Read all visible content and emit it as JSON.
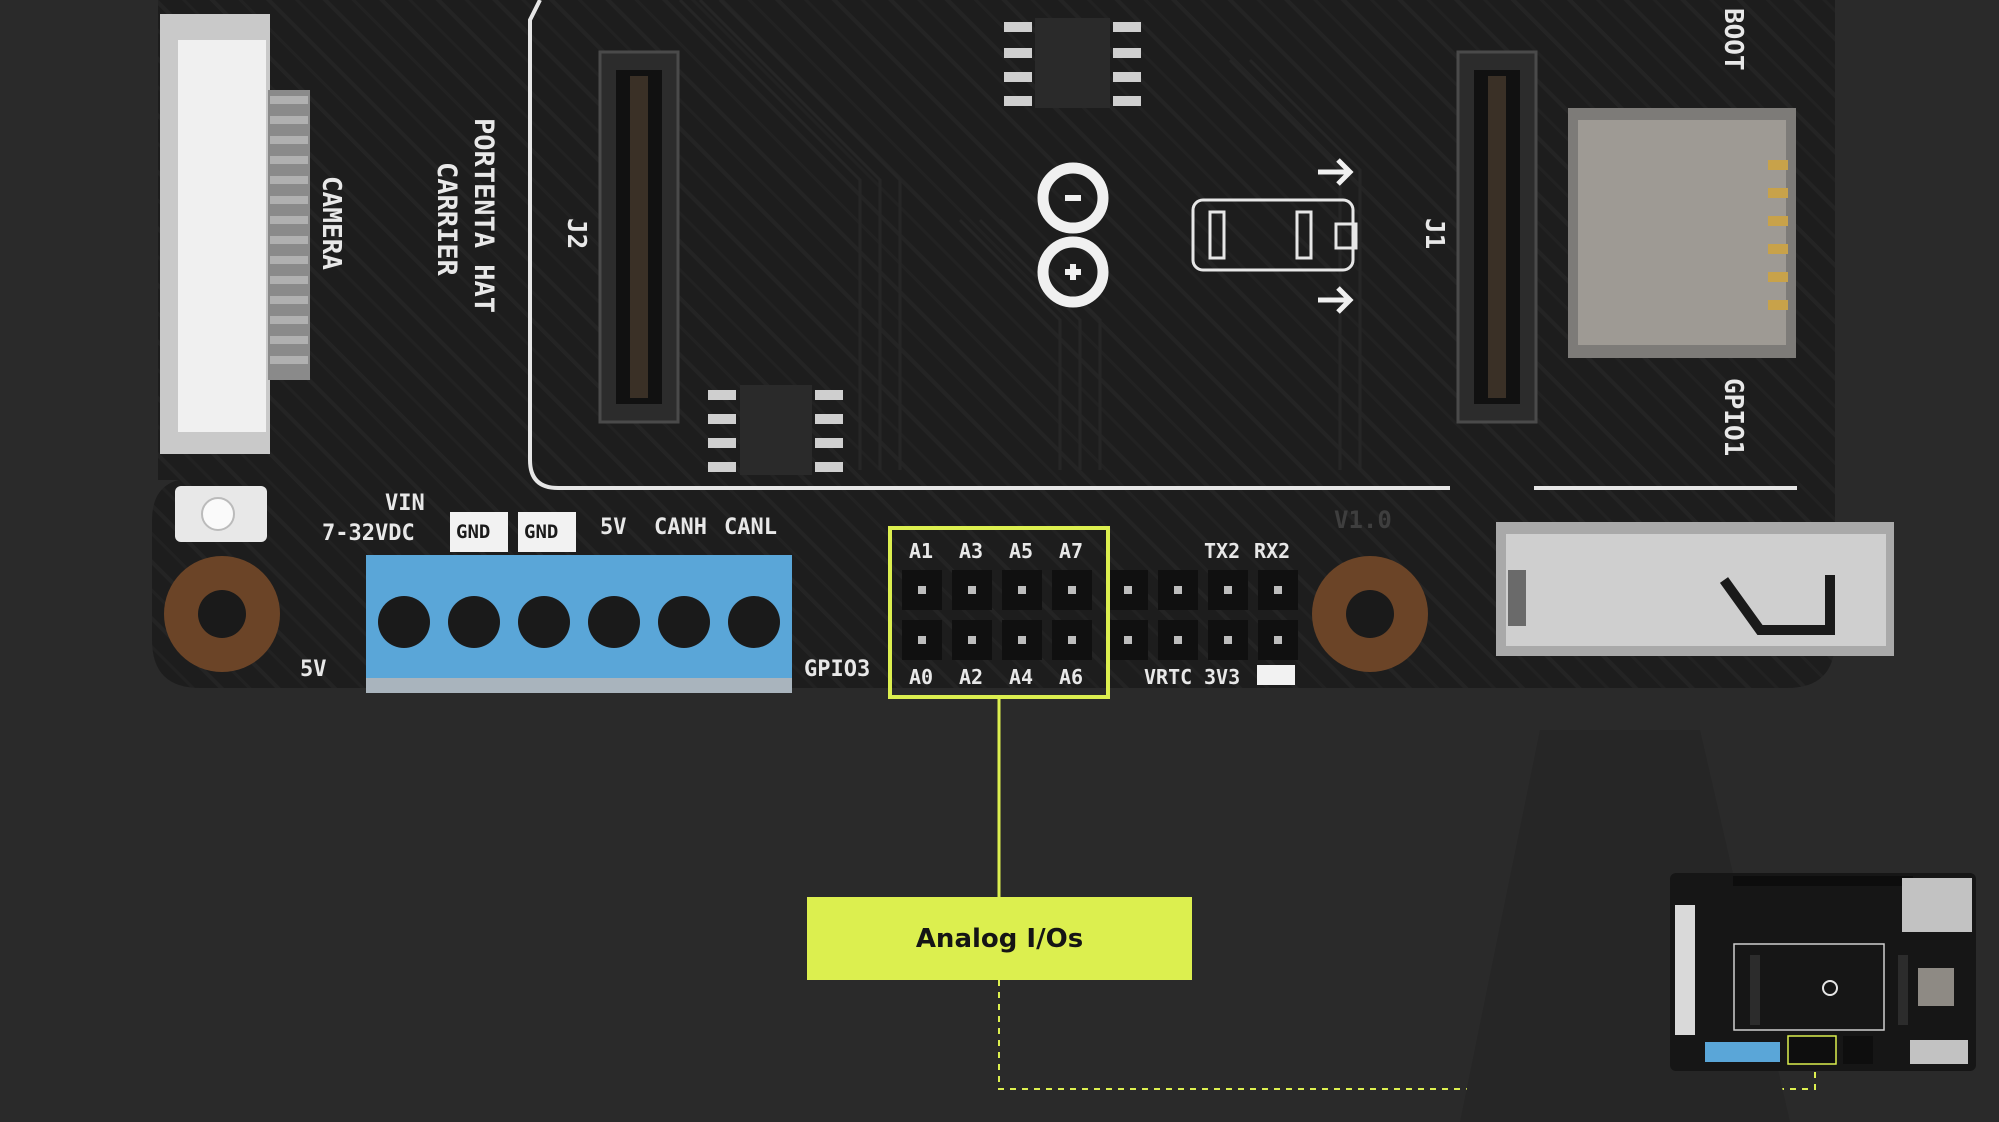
{
  "board": {
    "silkscreen": {
      "camera": "CAMERA",
      "title_line1": "PORTENTA HAT",
      "title_line2": "CARRIER",
      "j2": "J2",
      "j1": "J1",
      "boot": "BOOT",
      "gpio1": "GPIO1",
      "gpio3": "GPIO3",
      "version": "V1.0",
      "five_v_small": "5V"
    },
    "power_terminal": {
      "vin": "VIN",
      "vin_range": "7-32VDC",
      "gnd1": "GND",
      "gnd2": "GND",
      "five_v": "5V",
      "canh": "CANH",
      "canl": "CANL"
    },
    "header_top_labels": [
      "A1",
      "A3",
      "A5",
      "A7",
      "TX2",
      "RX2"
    ],
    "header_bottom_labels": [
      "A0",
      "A2",
      "A4",
      "A6",
      "VRTC",
      "3V3"
    ]
  },
  "callout": {
    "label": "Analog I/Os"
  },
  "colors": {
    "background": "#2a2a2a",
    "pcb": "#1b1b1b",
    "highlight": "#dcef4f",
    "terminal_block": "#5aa6d8",
    "silkscreen": "#e8e8e8"
  },
  "icons": [
    "arduino-logo-icon",
    "battery-icon",
    "arrow-right-icon"
  ]
}
